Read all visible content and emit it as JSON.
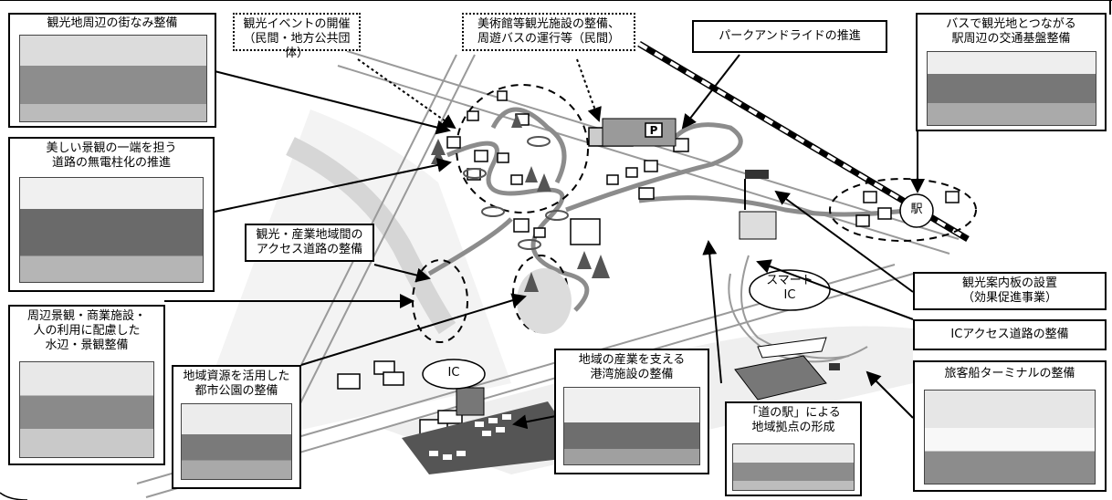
{
  "callouts": {
    "townscape": "観光地周辺の街なみ整備",
    "event_l1": "観光イベントの開催",
    "event_l2": "（民間・地方公共団体）",
    "museum_l1": "美術館等観光施設の整備、",
    "museum_l2": "周遊バスの運行等（民間）",
    "park_ride": "パークアンドライドの推進",
    "bus_l1": "バスで観光地とつながる",
    "bus_l2": "駅周辺の交通基盤整備",
    "pole_l1": "美しい景観の一端を担う",
    "pole_l2": "道路の無電柱化の推進",
    "access_l1": "観光・産業地域間の",
    "access_l2": "アクセス道路の整備",
    "signboard_l1": "観光案内板の設置",
    "signboard_l2": "（効果促進事業）",
    "ic_road": "ICアクセス道路の整備",
    "waterside_l1": "周辺景観・商業施設・",
    "waterside_l2": "人の利用に配慮した",
    "waterside_l3": "水辺・景観整備",
    "park_l1": "地域資源を活用した",
    "park_l2": "都市公園の整備",
    "port_l1": "地域の産業を支える",
    "port_l2": "港湾施設の整備",
    "michi_l1": "「道の駅」による",
    "michi_l2": "地域拠点の形成",
    "ferry": "旅客船ターミナルの整備"
  },
  "map_labels": {
    "station": "駅",
    "smart_ic_l1": "スマート",
    "smart_ic_l2": "IC",
    "ic": "IC",
    "parking": "P"
  },
  "colors": {
    "road_gray": "#9a9a9a",
    "light_gray": "#d6d6d6",
    "line_black": "#000000"
  }
}
